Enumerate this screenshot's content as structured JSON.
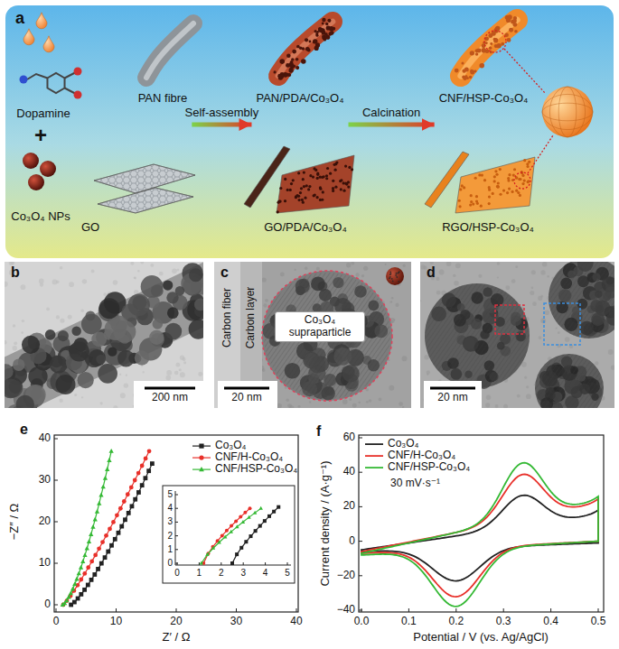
{
  "diagram": {
    "nodes": [
      {
        "text": [
          "PAN fibre"
        ]
      },
      {
        "text": [
          "PAN/PDA/Co₃O₄"
        ]
      },
      {
        "text": [
          "CNF/HSP-Co₃O₄"
        ]
      },
      {
        "text": [
          "Co₃O₄ supraparticle"
        ]
      }
    ],
    "edges": [
      {
        "from": 0,
        "to": 1,
        "arrow": "to",
        "label": "Self-assembly"
      },
      {
        "from": 1,
        "to": 2,
        "arrow": "to",
        "label": "Calcination"
      }
    ],
    "labels": [
      "a",
      "Dopamine",
      "+",
      "Co₃O₄ NPs",
      "GO",
      "GO/PDA/Co₃O₄",
      "RGO/HSP-Co₃O₄",
      "b",
      "200 nm",
      "c",
      "Carbon fiber",
      "Carbon layer",
      "20 nm",
      "d",
      "20 nm",
      "e",
      "0",
      "10",
      "20",
      "30",
      "40",
      "0",
      "10",
      "20",
      "30",
      "40",
      "0",
      "1",
      "2",
      "3",
      "4",
      "5",
      "0",
      "1",
      "2",
      "3",
      "4",
      "5",
      "−Z″ / Ω",
      "Z′ / Ω",
      "f",
      "−40",
      "−20",
      "0",
      "20",
      "40",
      "60",
      "0.0",
      "0.1",
      "0.2",
      "0.3",
      "0.4",
      "0.5",
      "Current density / (A·g⁻¹)",
      "Potential / V (vs. Ag/AgCl)",
      "30 mV·s⁻¹"
    ],
    "legend": [
      {
        "text": "Co₃O₄"
      },
      {
        "text": "CNF/H-Co₃O₄"
      },
      {
        "text": "CNF/HSP-Co₃O₄"
      },
      {
        "text": "Co₃O₄"
      },
      {
        "text": "CNF/H-Co₃O₄"
      },
      {
        "text": "CNF/HSP-Co₃O₄"
      }
    ]
  }
}
